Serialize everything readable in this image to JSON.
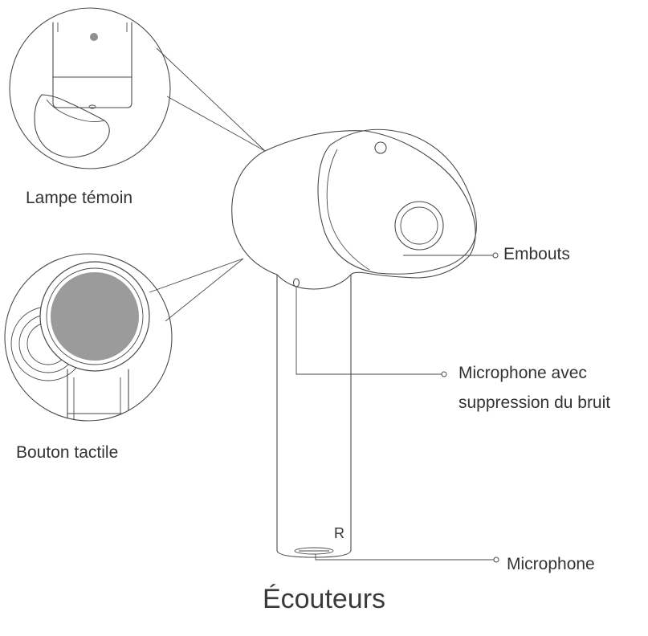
{
  "labels": {
    "indicator_lamp": "Lampe témoin",
    "touch_button": "Bouton tactile",
    "ear_tips": "Embouts",
    "noise_mic_line1": "Microphone avec",
    "noise_mic_line2": "suppression du bruit",
    "microphone": "Microphone",
    "side_marker": "R"
  },
  "title": "Écouteurs",
  "colors": {
    "stroke": "#4a4a4a",
    "text": "#333333",
    "touch_pad": "#9b9b9b",
    "led": "#8f8f8f"
  }
}
